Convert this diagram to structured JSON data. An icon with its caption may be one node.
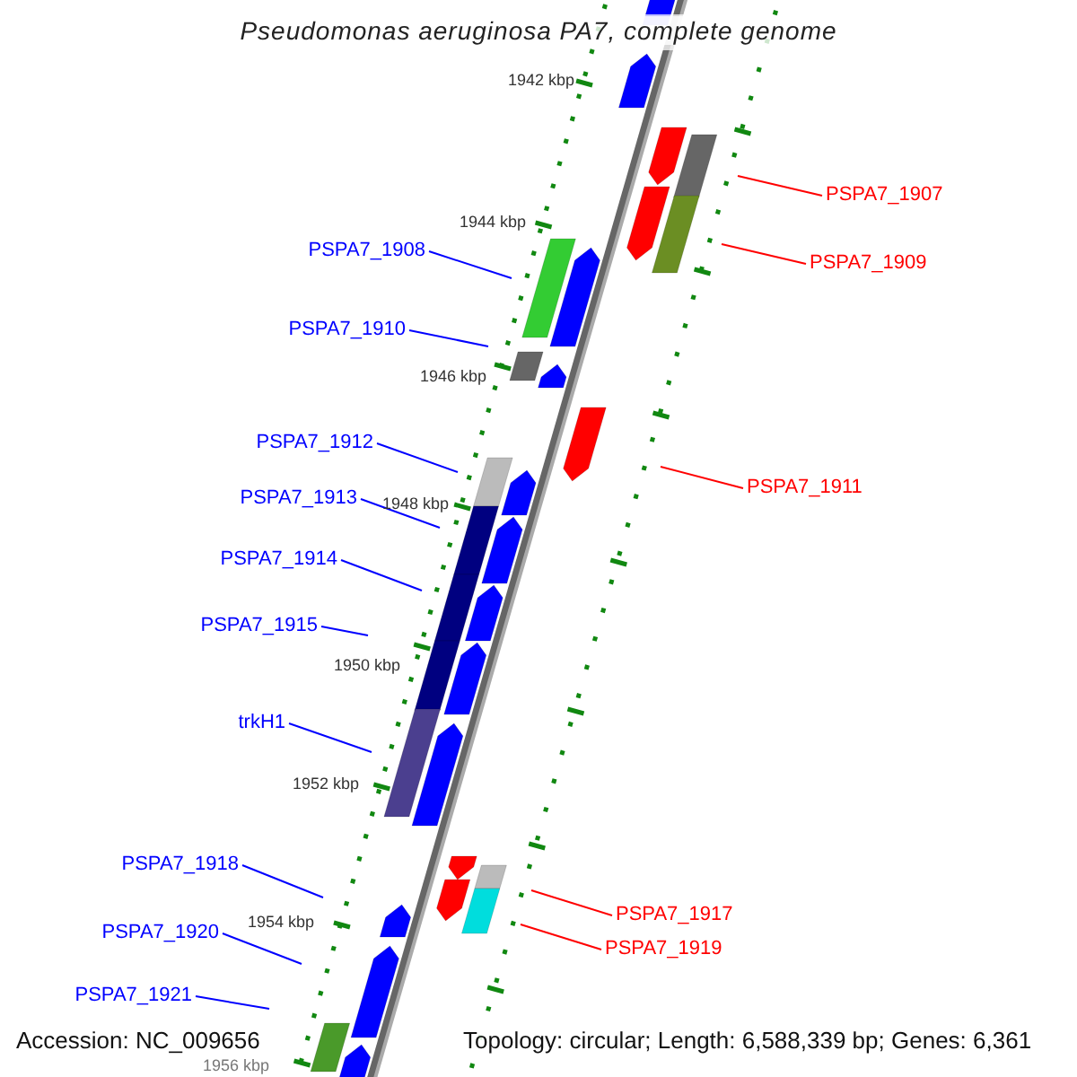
{
  "diagram": {
    "title": "Pseudomonas aeruginosa PA7, complete genome",
    "nodes": [
      {
        "text": [
          "PSPA7_1907"
        ]
      },
      {
        "text": [
          "PSPA7_1908"
        ]
      },
      {
        "text": [
          "PSPA7_1909"
        ]
      },
      {
        "text": [
          "PSPA7_1910"
        ]
      },
      {
        "text": [
          "PSPA7_1912"
        ]
      },
      {
        "text": [
          "PSPA7_1911"
        ]
      },
      {
        "text": [
          "PSPA7_1913"
        ]
      },
      {
        "text": [
          "PSPA7_1914"
        ]
      },
      {
        "text": [
          "PSPA7_1915"
        ]
      },
      {
        "text": [
          "trkH1"
        ]
      },
      {
        "text": [
          "PSPA7_1918"
        ]
      },
      {
        "text": [
          "PSPA7_1917"
        ]
      },
      {
        "text": [
          "PSPA7_1920"
        ]
      },
      {
        "text": [
          "PSPA7_1919"
        ]
      },
      {
        "text": [
          "PSPA7_1921"
        ]
      }
    ],
    "edges": [
      {
        "from": 0,
        "to": null,
        "arrow": "none",
        "color": "#ff0000"
      },
      {
        "from": 1,
        "to": null,
        "arrow": "none"
      },
      {
        "from": 2,
        "to": null,
        "arrow": "none",
        "color": "#ff0000"
      },
      {
        "from": 3,
        "to": null,
        "arrow": "none"
      },
      {
        "from": 4,
        "to": null,
        "arrow": "none"
      },
      {
        "from": 5,
        "to": null,
        "arrow": "none",
        "color": "#ff0000"
      },
      {
        "from": 6,
        "to": null,
        "arrow": "none"
      },
      {
        "from": 7,
        "to": null,
        "arrow": "none"
      },
      {
        "from": 8,
        "to": null,
        "arrow": "none"
      },
      {
        "from": 9,
        "to": null,
        "arrow": "none"
      },
      {
        "from": 10,
        "to": null,
        "arrow": "none"
      },
      {
        "from": 11,
        "to": null,
        "arrow": "none",
        "color": "#ff0000"
      },
      {
        "from": 12,
        "to": null,
        "arrow": "none"
      },
      {
        "from": 13,
        "to": null,
        "arrow": "none",
        "color": "#ff0000"
      },
      {
        "from": 14,
        "to": null,
        "arrow": "none"
      }
    ],
    "labels": [
      "1942 kbp",
      "1944 kbp",
      "1946 kbp",
      "1948 kbp",
      "1950 kbp",
      "1952 kbp",
      "1954 kbp",
      "1956 kbp",
      "Accession: NC_009656",
      "Topology: circular; Length: 6,588,339 bp; Genes: 6,361"
    ]
  }
}
